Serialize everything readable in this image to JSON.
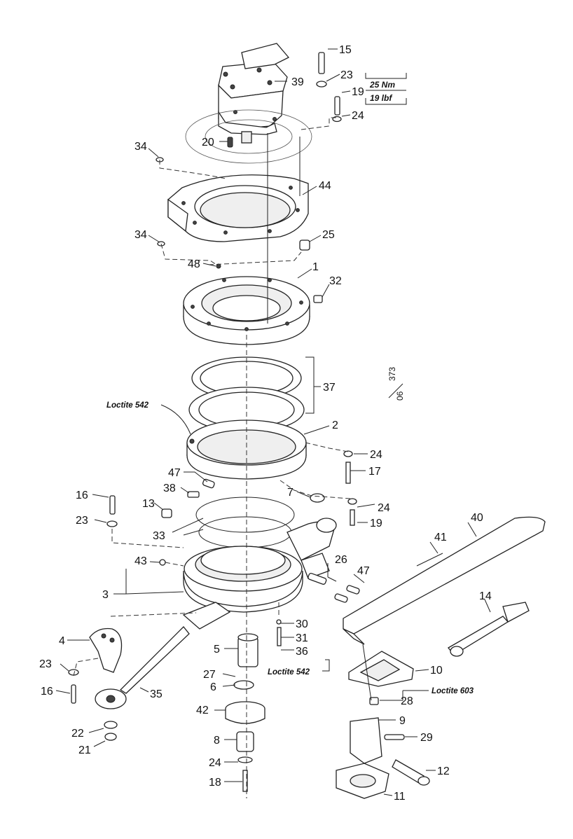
{
  "callouts": {
    "n1": "1",
    "n2": "2",
    "n3": "3",
    "n4": "4",
    "n5": "5",
    "n6": "6",
    "n7": "7",
    "n8": "8",
    "n9": "9",
    "n10": "10",
    "n11": "11",
    "n12": "12",
    "n13": "13",
    "n14": "14",
    "n15": "15",
    "n16a": "16",
    "n16b": "16",
    "n17": "17",
    "n18": "18",
    "n19a": "19",
    "n19b": "19",
    "n20": "20",
    "n21": "21",
    "n22": "22",
    "n23a": "23",
    "n23b": "23",
    "n23c": "23",
    "n24a": "24",
    "n24b": "24",
    "n24c": "24",
    "n24d": "24",
    "n25": "25",
    "n26": "26",
    "n27": "27",
    "n28": "28",
    "n29": "29",
    "n30": "30",
    "n31": "31",
    "n32": "32",
    "n33": "33",
    "n34a": "34",
    "n34b": "34",
    "n35": "35",
    "n36": "36",
    "n37": "37",
    "n38": "38",
    "n39": "39",
    "n40": "40",
    "n41": "41",
    "n42": "42",
    "n43": "43",
    "n44": "44",
    "n47a": "47",
    "n47b": "47",
    "n48": "48"
  },
  "notes": {
    "loctite_542_top": "Loctite 542",
    "loctite_542_bottom": "Loctite 542",
    "loctite_603": "Loctite 603"
  },
  "torque": {
    "metric": "25 Nm",
    "imperial": "19 lbf"
  },
  "drawing_code": {
    "top": "06",
    "bottom": "373"
  }
}
